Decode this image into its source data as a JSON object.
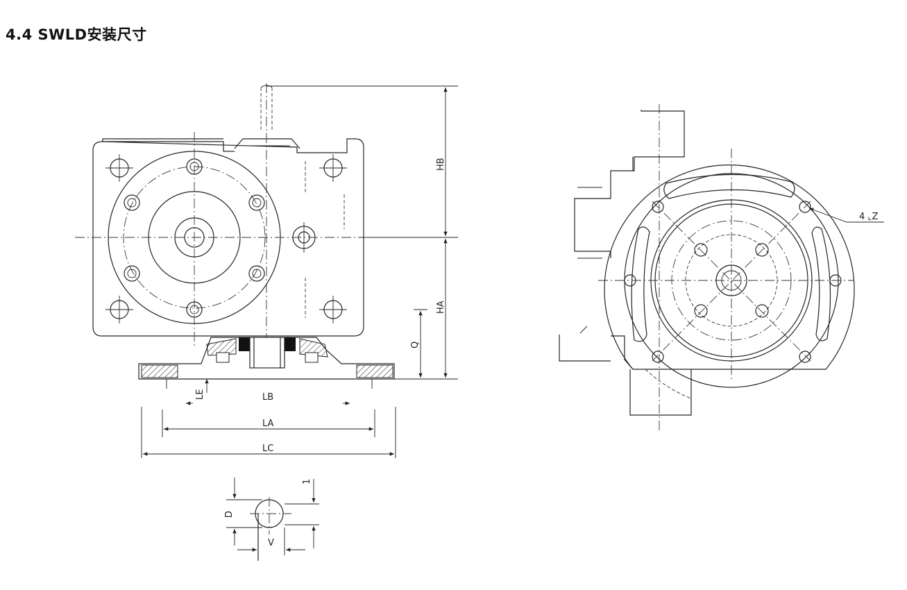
{
  "section": {
    "title": "4.4 SWLD安装尺寸"
  },
  "dimensions": {
    "hb": "HB",
    "ha": "HA",
    "q": "Q",
    "le": "LE",
    "lb": "LB",
    "la": "LA",
    "lc": "LC",
    "d": "D",
    "v": "V",
    "t": "1",
    "holes": "4 ⌞Z"
  }
}
